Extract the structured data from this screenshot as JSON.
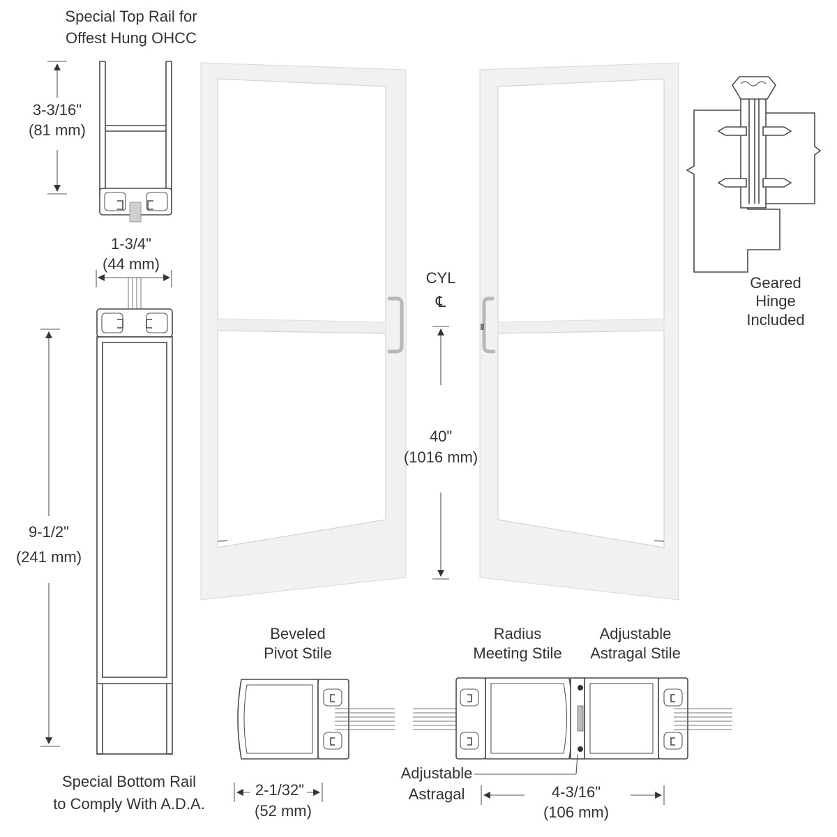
{
  "labels": {
    "top_rail_line1": "Special Top Rail for",
    "top_rail_line2": "Offest Hung OHCC",
    "top_height_in": "3-3/16\"",
    "top_height_mm": "(81 mm)",
    "depth_in": "1-3/4\"",
    "depth_mm": "(44 mm)",
    "bottom_height_in": "9-1/2\"",
    "bottom_height_mm": "(241 mm)",
    "bottom_rail_line1": "Special Bottom Rail",
    "bottom_rail_line2": "to Comply With A.D.A.",
    "cyl": "CYL",
    "cyl_symbol": "℄",
    "cyl_height_in": "40\"",
    "cyl_height_mm": "(1016 mm)",
    "hinge_line1": "Geared",
    "hinge_line2": "Hinge",
    "hinge_line3": "Included",
    "pivot_line1": "Beveled",
    "pivot_line2": "Pivot Stile",
    "pivot_width_in": "2-1/32\"",
    "pivot_width_mm": "(52 mm)",
    "meeting_line1": "Radius",
    "meeting_line2": "Meeting Stile",
    "astragal_stile_line1": "Adjustable",
    "astragal_stile_line2": "Astragal Stile",
    "astragal_line1": "Adjustable",
    "astragal_line2": "Astragal",
    "meeting_width_in": "4-3/16\"",
    "meeting_width_mm": "(106 mm)"
  },
  "colors": {
    "line": "#4a4a4a",
    "text": "#333333",
    "door_frame": "#f1f1f1",
    "handle": "#b8b8b8"
  }
}
